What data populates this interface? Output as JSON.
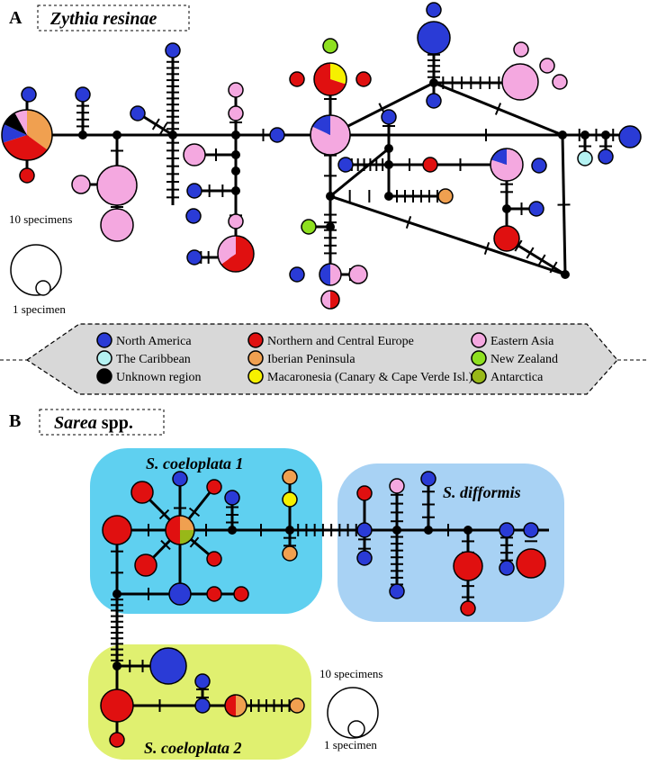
{
  "panel_a": {
    "letter": "A",
    "title": "Zythia resinae",
    "scale": {
      "large": "10 specimens",
      "small": "1 specimen"
    }
  },
  "legend": {
    "items": [
      {
        "label": "North America",
        "color": "#2a3bd6"
      },
      {
        "label": "Northern and Central Europe",
        "color": "#e01010"
      },
      {
        "label": "Eastern Asia",
        "color": "#f4a8e0"
      },
      {
        "label": "The Caribbean",
        "color": "#b4f2f2"
      },
      {
        "label": "Iberian Peninsula",
        "color": "#f0a050"
      },
      {
        "label": "New Zealand",
        "color": "#8ee020"
      },
      {
        "label": "Unknown region",
        "color": "#000000"
      },
      {
        "label": "Macaronesia (Canary & Cape Verde Isl.)",
        "color": "#f6f000"
      },
      {
        "label": "Antarctica",
        "color": "#98b818"
      }
    ]
  },
  "panel_b": {
    "letter": "B",
    "title_italic": "Sarea",
    "title_rest": " spp.",
    "groups": [
      "S. coeloplata 1",
      "S. difformis",
      "S. coeloplata 2"
    ],
    "scale": {
      "large": "10 specimens",
      "small": "1 specimen"
    }
  },
  "colors": {
    "north_america": "#2a3bd6",
    "europe": "#e01010",
    "east_asia": "#f4a8e0",
    "caribbean": "#b4f2f2",
    "iberia": "#f0a050",
    "new_zealand": "#8ee020",
    "unknown": "#000000",
    "macaronesia": "#f6f000",
    "antarctica": "#98b818",
    "group_coeloplata1": "#5fd0f0",
    "group_difformis": "#a8d2f4",
    "group_coeloplata2": "#e0f070",
    "legend_bg": "#d8d8d8"
  }
}
